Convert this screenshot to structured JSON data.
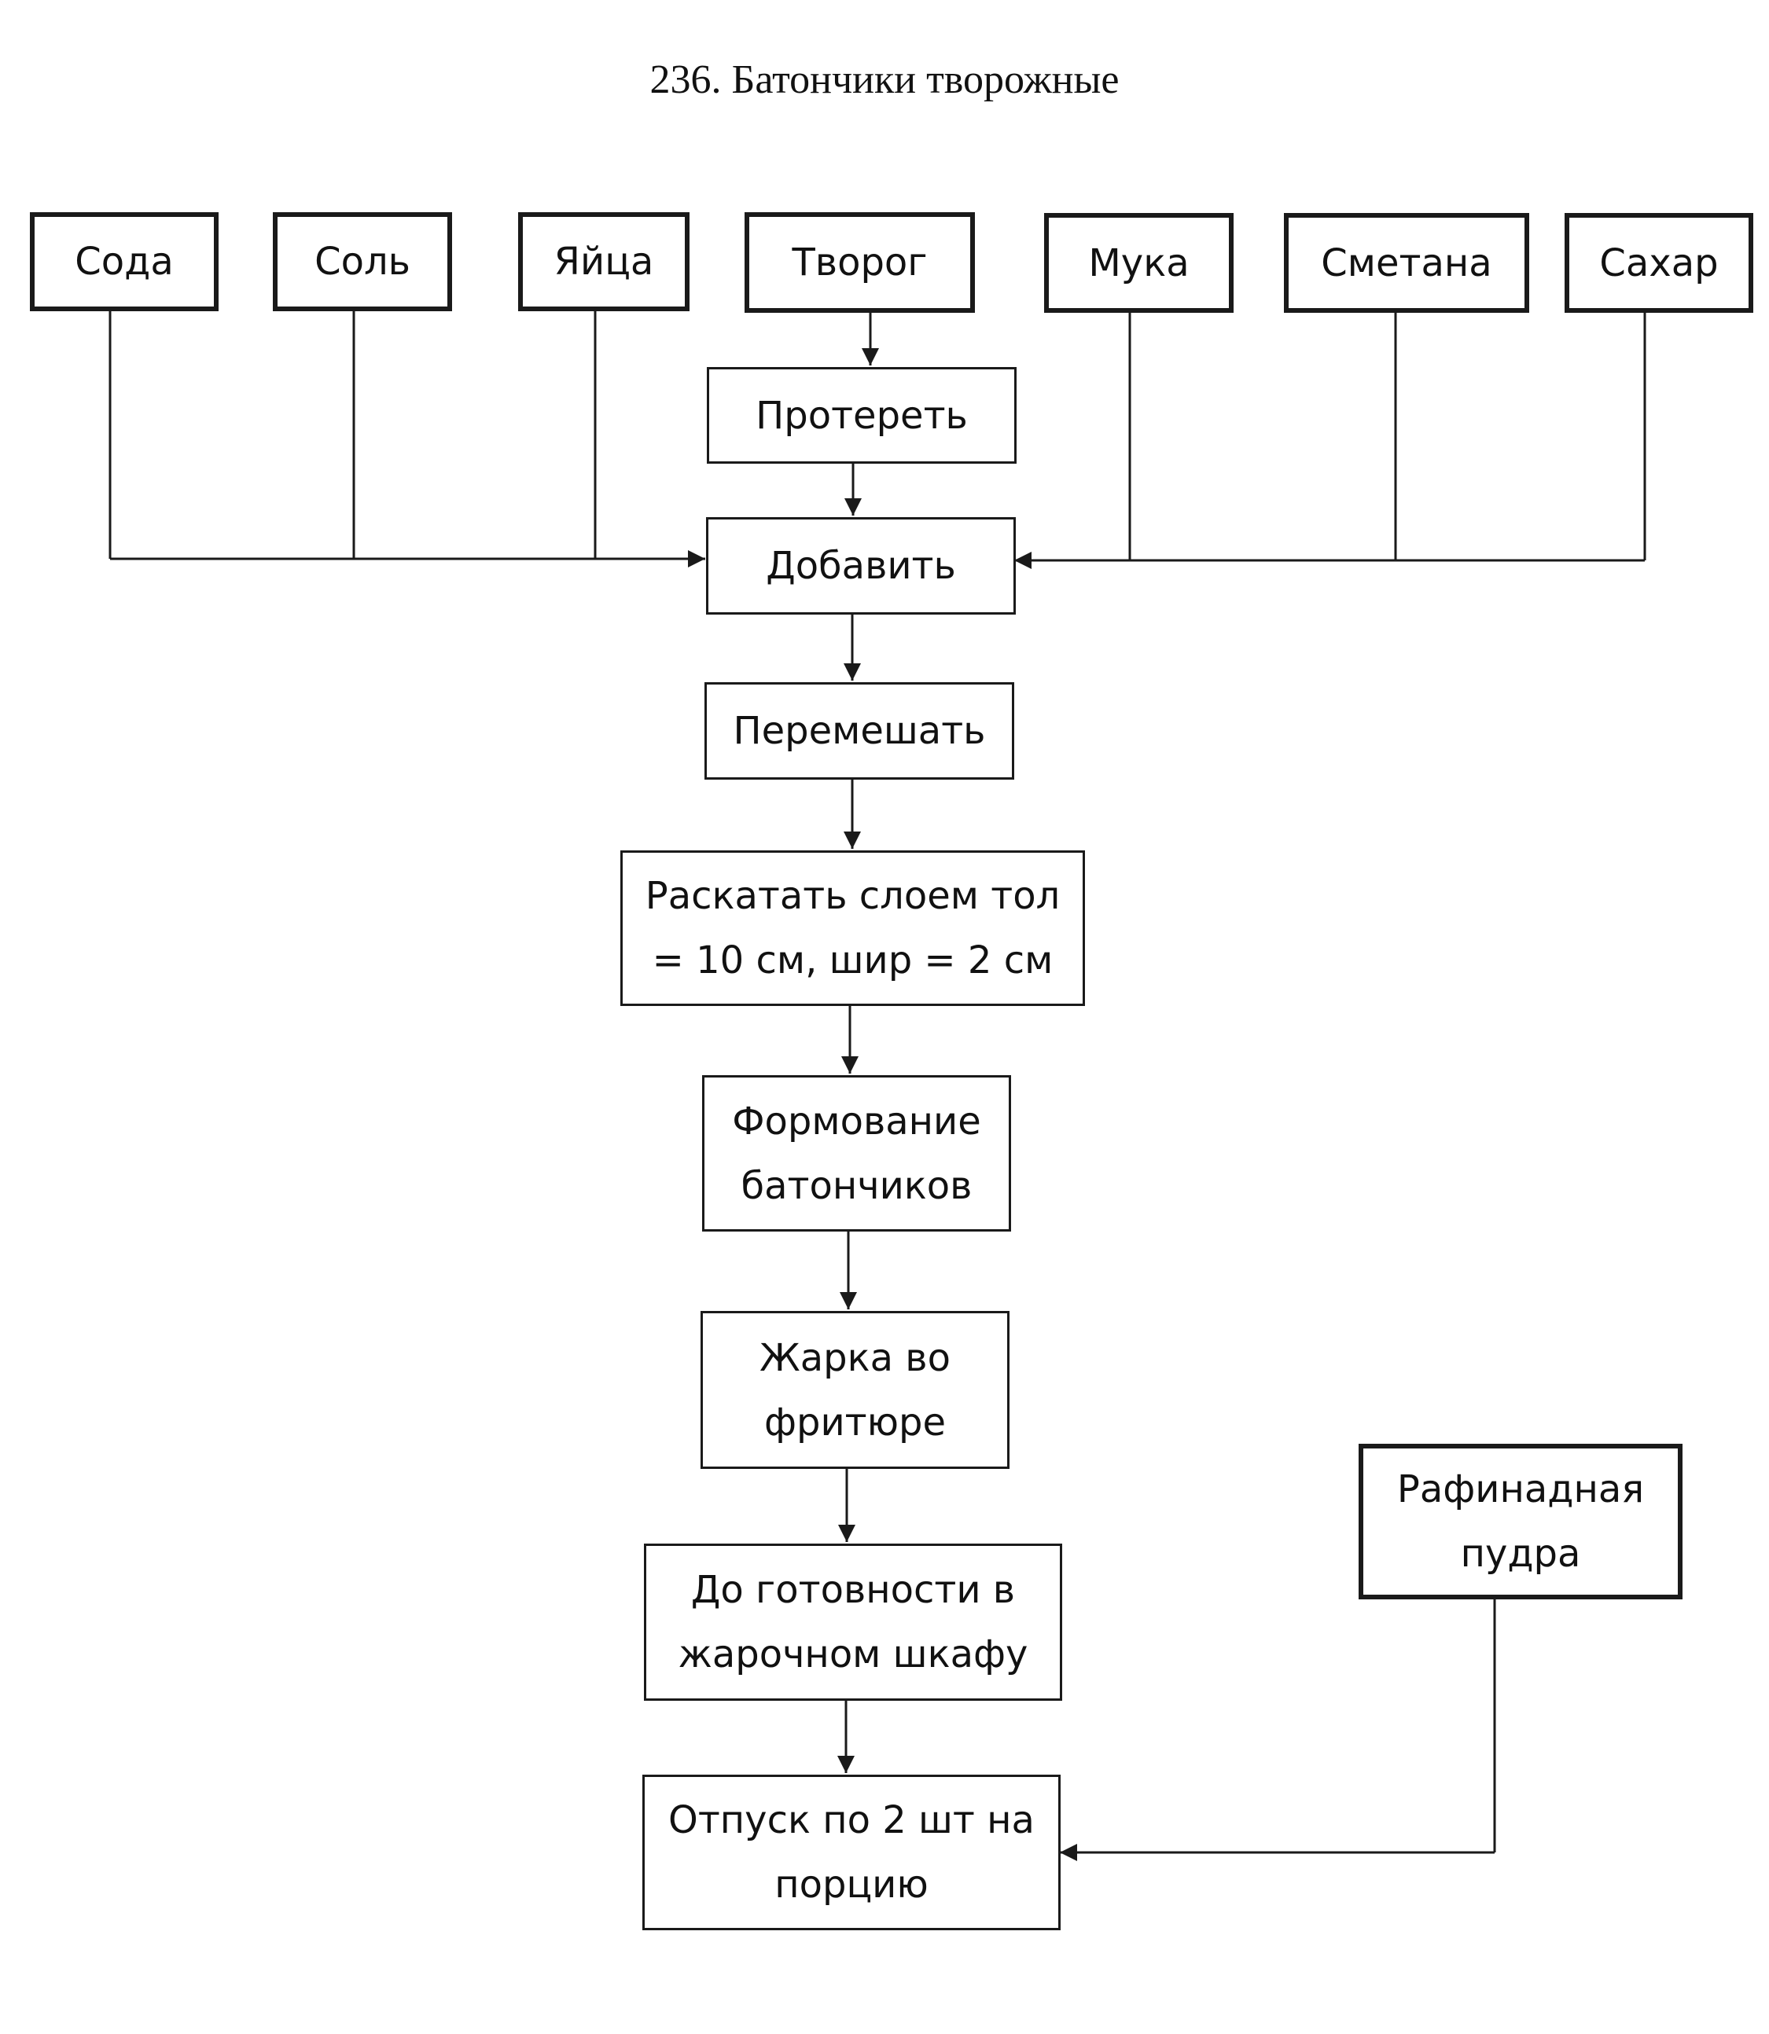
{
  "title": "236. Батончики творожные",
  "ingredients": {
    "soda": "Сода",
    "salt": "Соль",
    "eggs": "Яйца",
    "cottage_cheese": "Творог",
    "flour": "Мука",
    "sour_cream": "Сметана",
    "sugar": "Сахар",
    "powdered_sugar": "Рафинадная\nпудра"
  },
  "steps": {
    "rub": "Протереть",
    "add": "Добавить",
    "mix": "Перемешать",
    "roll": "Раскатать слоем тол\n= 10 см, шир = 2 см",
    "form": "Формование\nбатончиков",
    "fry": "Жарка во\nфритюре",
    "oven": "До готовности в\nжарочном шкафу",
    "serve": "Отпуск по 2 шт  на\nпорцию"
  }
}
